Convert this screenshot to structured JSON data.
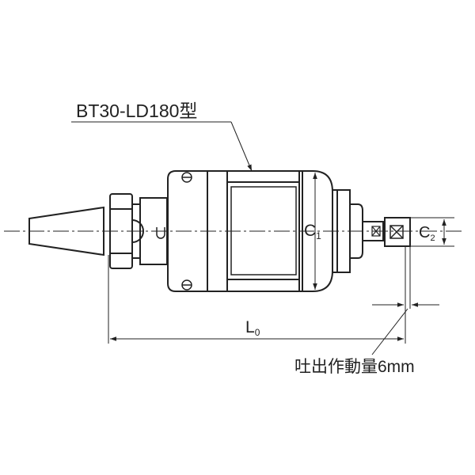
{
  "model_label": "BT30-LD180型",
  "dimensions": {
    "c1": {
      "main": "C",
      "sub": "1"
    },
    "c2": {
      "main": "C",
      "sub": "2"
    },
    "l0": {
      "main": "L",
      "sub": "0"
    }
  },
  "note": "吐出作動量6mm",
  "colors": {
    "line": "#222222",
    "background": "#ffffff"
  }
}
